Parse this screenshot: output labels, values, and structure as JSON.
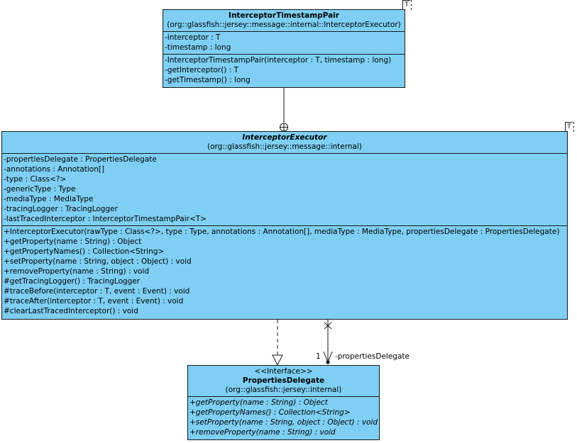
{
  "pair_class": {
    "name": "InterceptorTimestampPair",
    "package": "(org::glassfish::jersey::message::internal::InterceptorExecutor)",
    "template_param": "T",
    "attributes": [
      "-interceptor : T",
      "-timestamp : long"
    ],
    "operations": [
      "-InterceptorTimestampPair(interceptor : T, timestamp : long)",
      "-getInterceptor() : T",
      "-getTimestamp() : long"
    ]
  },
  "executor_class": {
    "name": "InterceptorExecutor",
    "package": "(org::glassfish::jersey::message::internal)",
    "template_param": "T",
    "attributes": [
      "-propertiesDelegate : PropertiesDelegate",
      "-annotations : Annotation[]",
      "-type : Class<?>",
      "-genericType : Type",
      "-mediaType : MediaType",
      "-tracingLogger : TracingLogger",
      "-lastTracedInterceptor : InterceptorTimestampPair<T>"
    ],
    "operations": [
      "+InterceptorExecutor(rawType : Class<?>, type : Type, annotations : Annotation[], mediaType : MediaType, propertiesDelegate : PropertiesDelegate)",
      "+getProperty(name : String) : Object",
      "+getPropertyNames() : Collection<String>",
      "+setProperty(name : String, object : Object) : void",
      "+removeProperty(name : String) : void",
      "#getTracingLogger() : TracingLogger",
      "#traceBefore(interceptor : T, event : Event) : void",
      "#traceAfter(interceptor : T, event : Event) : void",
      "#clearLastTracedInterceptor() : void"
    ]
  },
  "delegate_interface": {
    "stereotype": "<<Interface>>",
    "name": "PropertiesDelegate",
    "package": "(org::glassfish::jersey::internal)",
    "operations": [
      "+getProperty(name : String) : Object",
      "+getPropertyNames() : Collection<String>",
      "+setProperty(name : String, object : Object) : void",
      "+removeProperty(name : String) : void"
    ]
  },
  "association": {
    "multiplicity": "1",
    "role": "-propertiesDelegate"
  },
  "colors": {
    "class_fill": "#7ecff3",
    "border": "#1a1a1a"
  }
}
